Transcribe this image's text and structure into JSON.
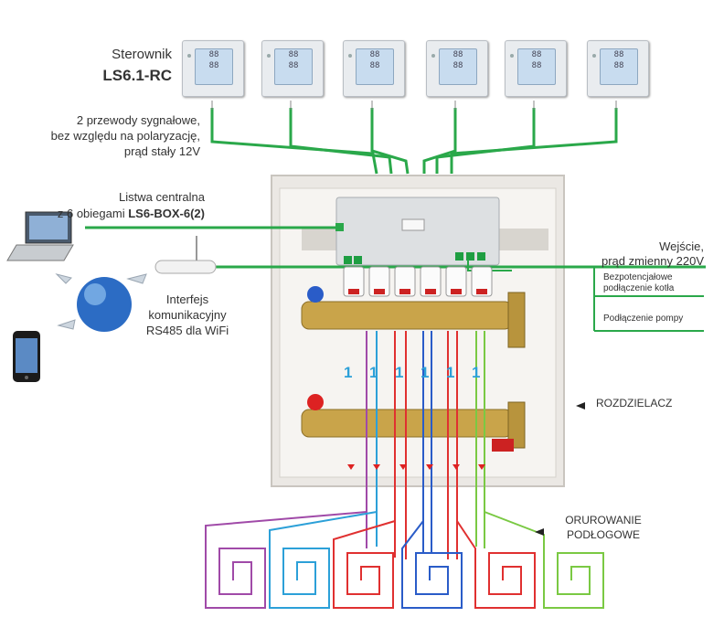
{
  "controller": {
    "title": "Sterownik",
    "model": "LS6.1-RC",
    "count": 6
  },
  "signal_wires": {
    "line1": "2 przewody sygnałowe,",
    "line2": "bez względu na polaryzację,",
    "line3": "prąd stały 12V"
  },
  "central_box": {
    "line1": "Listwa centralna",
    "line2_prefix": "z 6 obiegami ",
    "model": "LS6-BOX-6(2)"
  },
  "power_input": {
    "line1": "Wejście,",
    "line2": "prąd zmienny 220V"
  },
  "boiler": {
    "label": "Bezpotencjałowe podłączenie kotła"
  },
  "pump": {
    "label": "Podłączenie pompy"
  },
  "interface": {
    "line1": "Interfejs",
    "line2": "komunikacyjny",
    "line3": "RS485 dla WiFi"
  },
  "manifold": {
    "label": "ROZDZIELACZ"
  },
  "piping": {
    "line1": "ORUROWANIE",
    "line2": "PODŁOGOWE"
  },
  "circuit_numbers": [
    "1",
    "1",
    "1",
    "1",
    "1",
    "1"
  ],
  "colors": {
    "signal": "#2aa84a",
    "wire_green": "#1e8e3e",
    "circuit_colors": [
      "#a04aa8",
      "#2ca0d8",
      "#e03030",
      "#2a5cc8",
      "#e03030",
      "#7ac943"
    ]
  }
}
